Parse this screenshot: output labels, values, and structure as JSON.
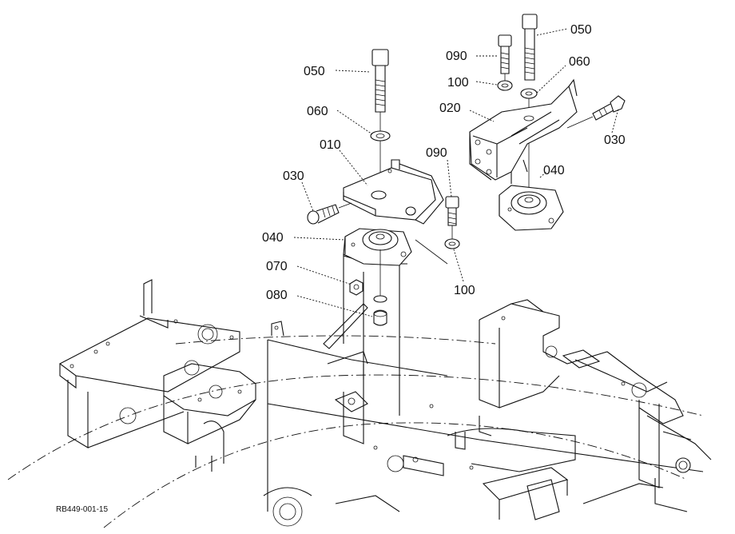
{
  "callouts": {
    "c010": "010",
    "c020": "020",
    "c030a": "030",
    "c030b": "030",
    "c040a": "040",
    "c040b": "040",
    "c050a": "050",
    "c050b": "050",
    "c060a": "060",
    "c060b": "060",
    "c070": "070",
    "c080": "080",
    "c090a": "090",
    "c090b": "090",
    "c100a": "100",
    "c100b": "100"
  },
  "reference_code": "RB449-001-15"
}
